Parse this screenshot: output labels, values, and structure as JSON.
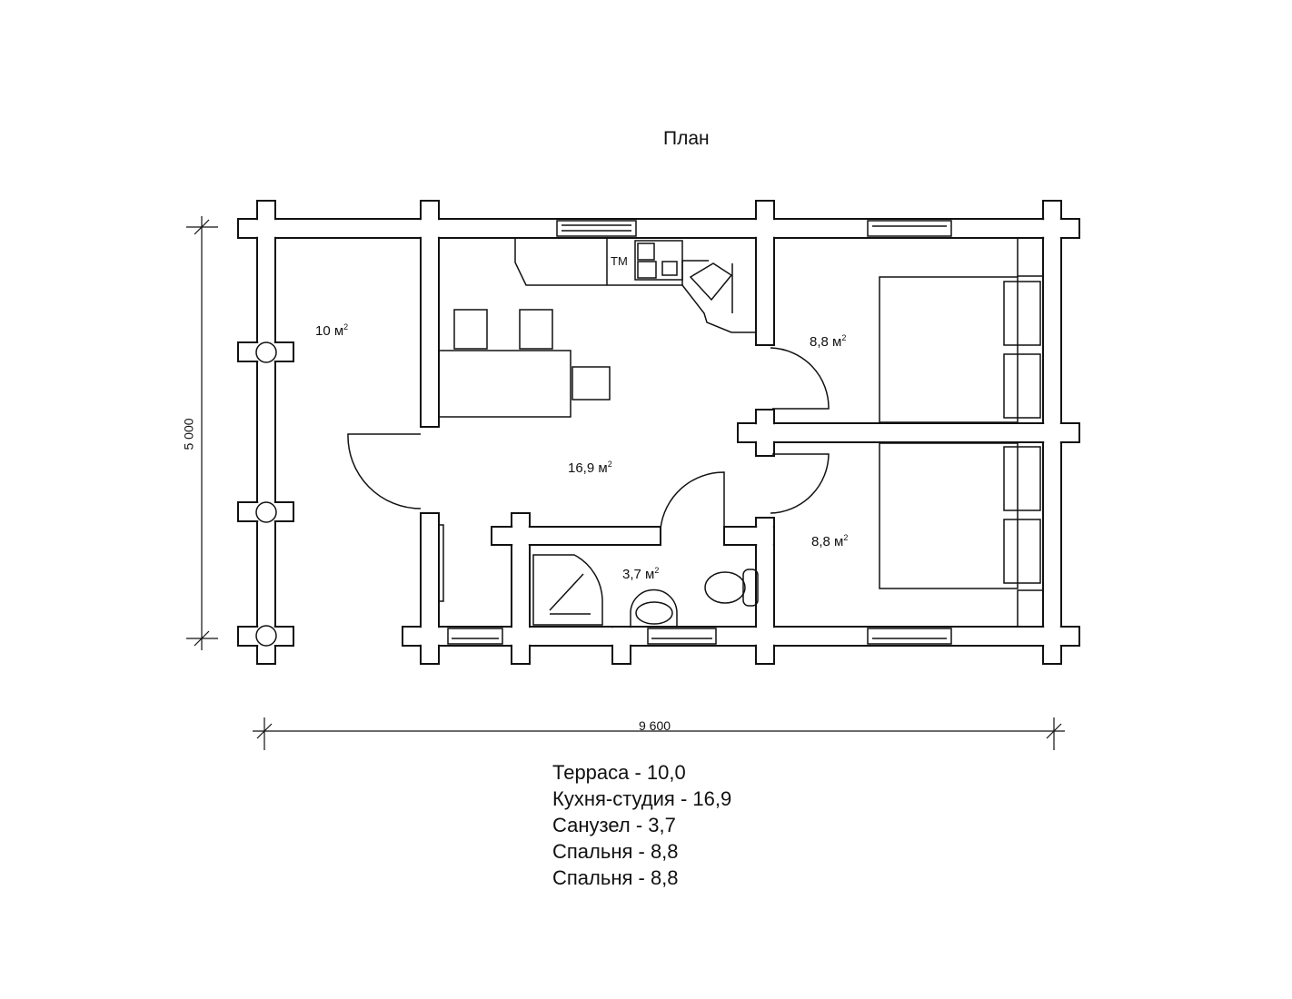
{
  "title": "План",
  "dimensions": {
    "height": "5 000",
    "width": "9 600"
  },
  "rooms": [
    {
      "area": "10 м",
      "sup": "2"
    },
    {
      "area": "16,9 м",
      "sup": "2"
    },
    {
      "area": "3,7 м",
      "sup": "2"
    },
    {
      "area": "8,8 м",
      "sup": "2"
    },
    {
      "area": "8,8 м",
      "sup": "2"
    }
  ],
  "appliance_label": "ТМ",
  "legend": [
    "Терраса - 10,0",
    "Кухня-студия - 16,9",
    "Санузел - 3,7",
    "Спальня - 8,8",
    "Спальня - 8,8"
  ]
}
